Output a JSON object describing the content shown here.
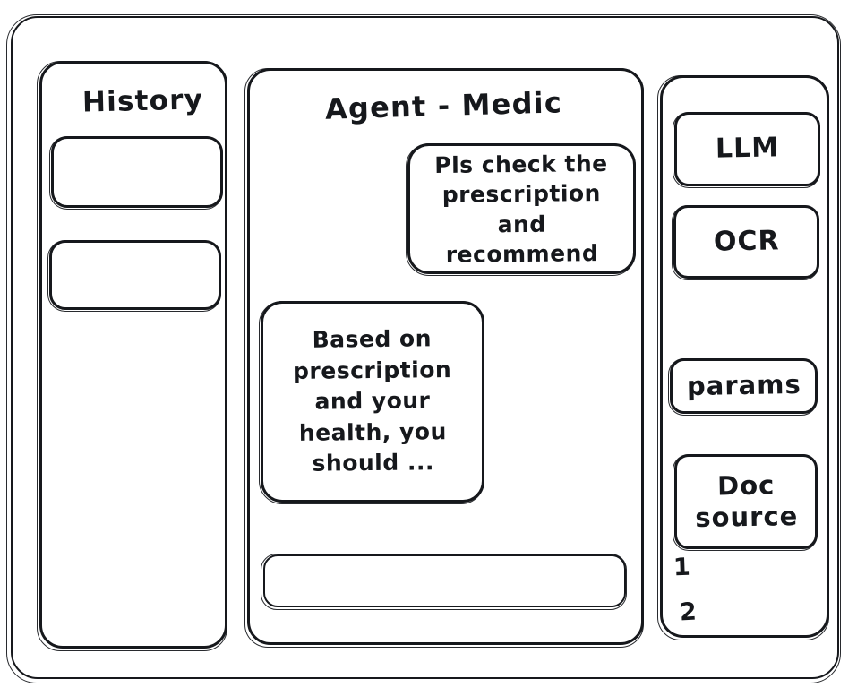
{
  "window": {
    "name": "agent-medic-wireframe"
  },
  "sidebar": {
    "title": "History",
    "items": [
      {
        "label": ""
      },
      {
        "label": ""
      }
    ]
  },
  "main": {
    "title": "Agent - Medic",
    "messages": [
      {
        "role": "user",
        "text": "Pls check the\nprescription\nand recommend"
      },
      {
        "role": "agent",
        "text": "Based on\nprescription\nand your\nhealth, you\nshould ..."
      }
    ],
    "composer": {
      "value": "",
      "placeholder": ""
    }
  },
  "tools": {
    "buttons": [
      {
        "label": "LLM"
      },
      {
        "label": "OCR"
      },
      {
        "label": "params"
      },
      {
        "label": "Doc\nsource"
      }
    ],
    "doc_source_list": [
      "1",
      "2"
    ]
  },
  "colors": {
    "stroke": "#16181c",
    "background": "#ffffff"
  }
}
